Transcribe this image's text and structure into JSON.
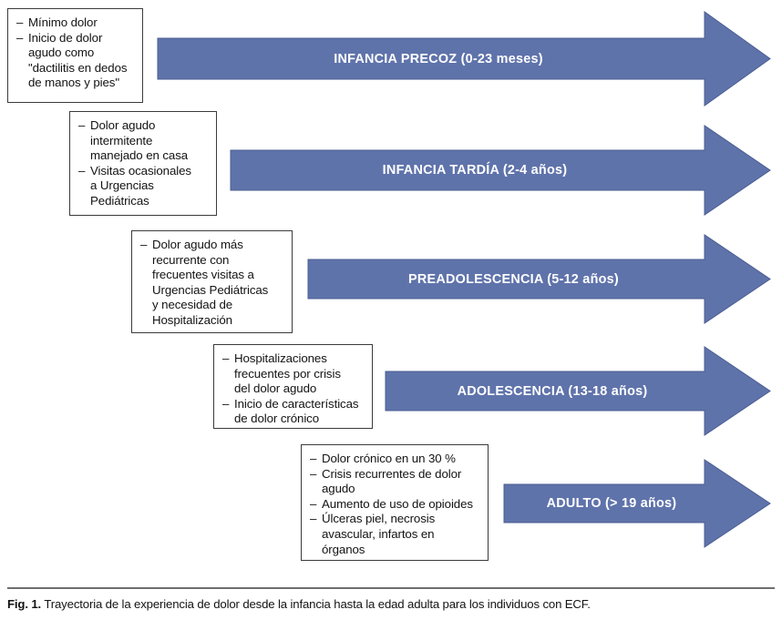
{
  "figure": {
    "caption_label": "Fig. 1.",
    "caption_text": "Trayectoria de la experiencia de dolor desde la infancia hasta la edad adulta para los individuos con ECF.",
    "arrow_color": "#5f73ab",
    "arrow_border_color": "#42548a",
    "box_border_color": "#3b3b3b",
    "arrow_label_color": "#ffffff",
    "background_color": "#ffffff"
  },
  "chart_data": {
    "type": "diagram",
    "title": "Trayectoria de la experiencia de dolor desde la infancia hasta la edad adulta para los individuos con ECF",
    "orientation": "horizontal-cascading-arrows",
    "stage_count": 5,
    "stages": [
      {
        "id": "infancia-precoz",
        "label": "INFANCIA PRECOZ (0-23 meses)",
        "stage_name": "INFANCIA PRECOZ",
        "age_range": "0-23 meses",
        "notes": [
          "Mínimo dolor",
          "Inicio de dolor\nagudo como\n\"dactilitis en dedos\nde manos y pies\""
        ]
      },
      {
        "id": "infancia-tardia",
        "label": "INFANCIA TARDÍA (2-4 años)",
        "stage_name": "INFANCIA TARDÍA",
        "age_range": "2-4 años",
        "notes": [
          "Dolor agudo\nintermitente\nmanejado en casa",
          "Visitas ocasionales\na Urgencias\nPediátricas"
        ]
      },
      {
        "id": "preadolescencia",
        "label": "PREADOLESCENCIA (5-12 años)",
        "stage_name": "PREADOLESCENCIA",
        "age_range": "5-12 años",
        "notes": [
          "Dolor agudo más\nrecurrente con\nfrecuentes visitas a\nUrgencias Pediátricas\ny necesidad de\nHospitalización"
        ]
      },
      {
        "id": "adolescencia",
        "label": "ADOLESCENCIA (13-18 años)",
        "stage_name": "ADOLESCENCIA",
        "age_range": "13-18 años",
        "notes": [
          "Hospitalizaciones\nfrecuentes por crisis\ndel dolor agudo",
          "Inicio de características\nde dolor crónico"
        ]
      },
      {
        "id": "adulto",
        "label": "ADULTO (> 19 años)",
        "stage_name": "ADULTO",
        "age_range": "> 19 años",
        "notes": [
          "Dolor crónico en un 30 %",
          "Crisis recurrentes de dolor\nagudo",
          "Aumento de uso de opioides",
          "Úlceras piel, necrosis\navascular, infartos en\nórganos"
        ]
      }
    ]
  }
}
